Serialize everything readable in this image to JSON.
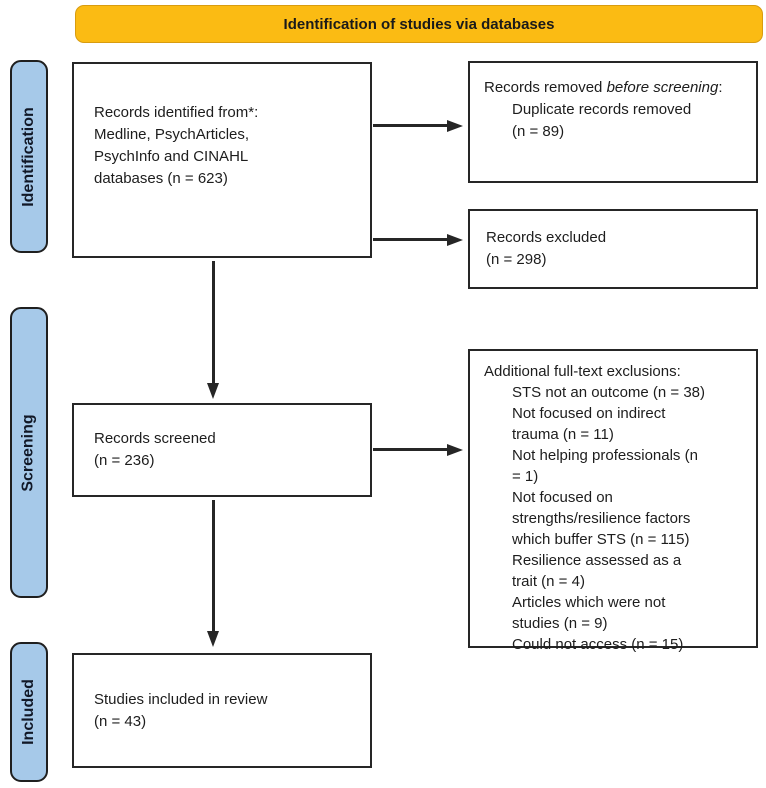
{
  "banner": {
    "label": "Identification of studies via databases"
  },
  "colors": {
    "banner_bg": "#FBBB13",
    "stage_bg": "#A6C9E9",
    "line": "#262626"
  },
  "stages": [
    {
      "label": "Identification"
    },
    {
      "label": "Screening"
    },
    {
      "label": "Included"
    }
  ],
  "boxes": {
    "records_identified": {
      "text": "Records identified from*:\nMedline, PsychArticles,\nPsychInfo and CINAHL\ndatabases (n = 623)"
    },
    "records_removed": {
      "prefix": "Records removed ",
      "emphasis": "before screening",
      "suffix": ":",
      "detail": "Duplicate records removed\n(n = 89)"
    },
    "records_excluded": {
      "text": "Records excluded\n(n = 298)"
    },
    "records_screened": {
      "text": "Records screened\n(n = 236)"
    },
    "full_text_exclusions": {
      "title": "Additional full-text exclusions:",
      "items": [
        "STS not an outcome (n = 38)",
        "Not focused on indirect\ntrauma (n = 11)",
        "Not helping professionals (n\n= 1)",
        "Not focused on\nstrengths/resilience factors\nwhich buffer STS (n = 115)",
        "Resilience assessed as a\ntrait (n = 4)",
        "Articles which were not\nstudies (n = 9)",
        "Could not access (n = 15)"
      ]
    },
    "studies_included": {
      "text": "Studies included in review\n(n = 43)"
    }
  }
}
